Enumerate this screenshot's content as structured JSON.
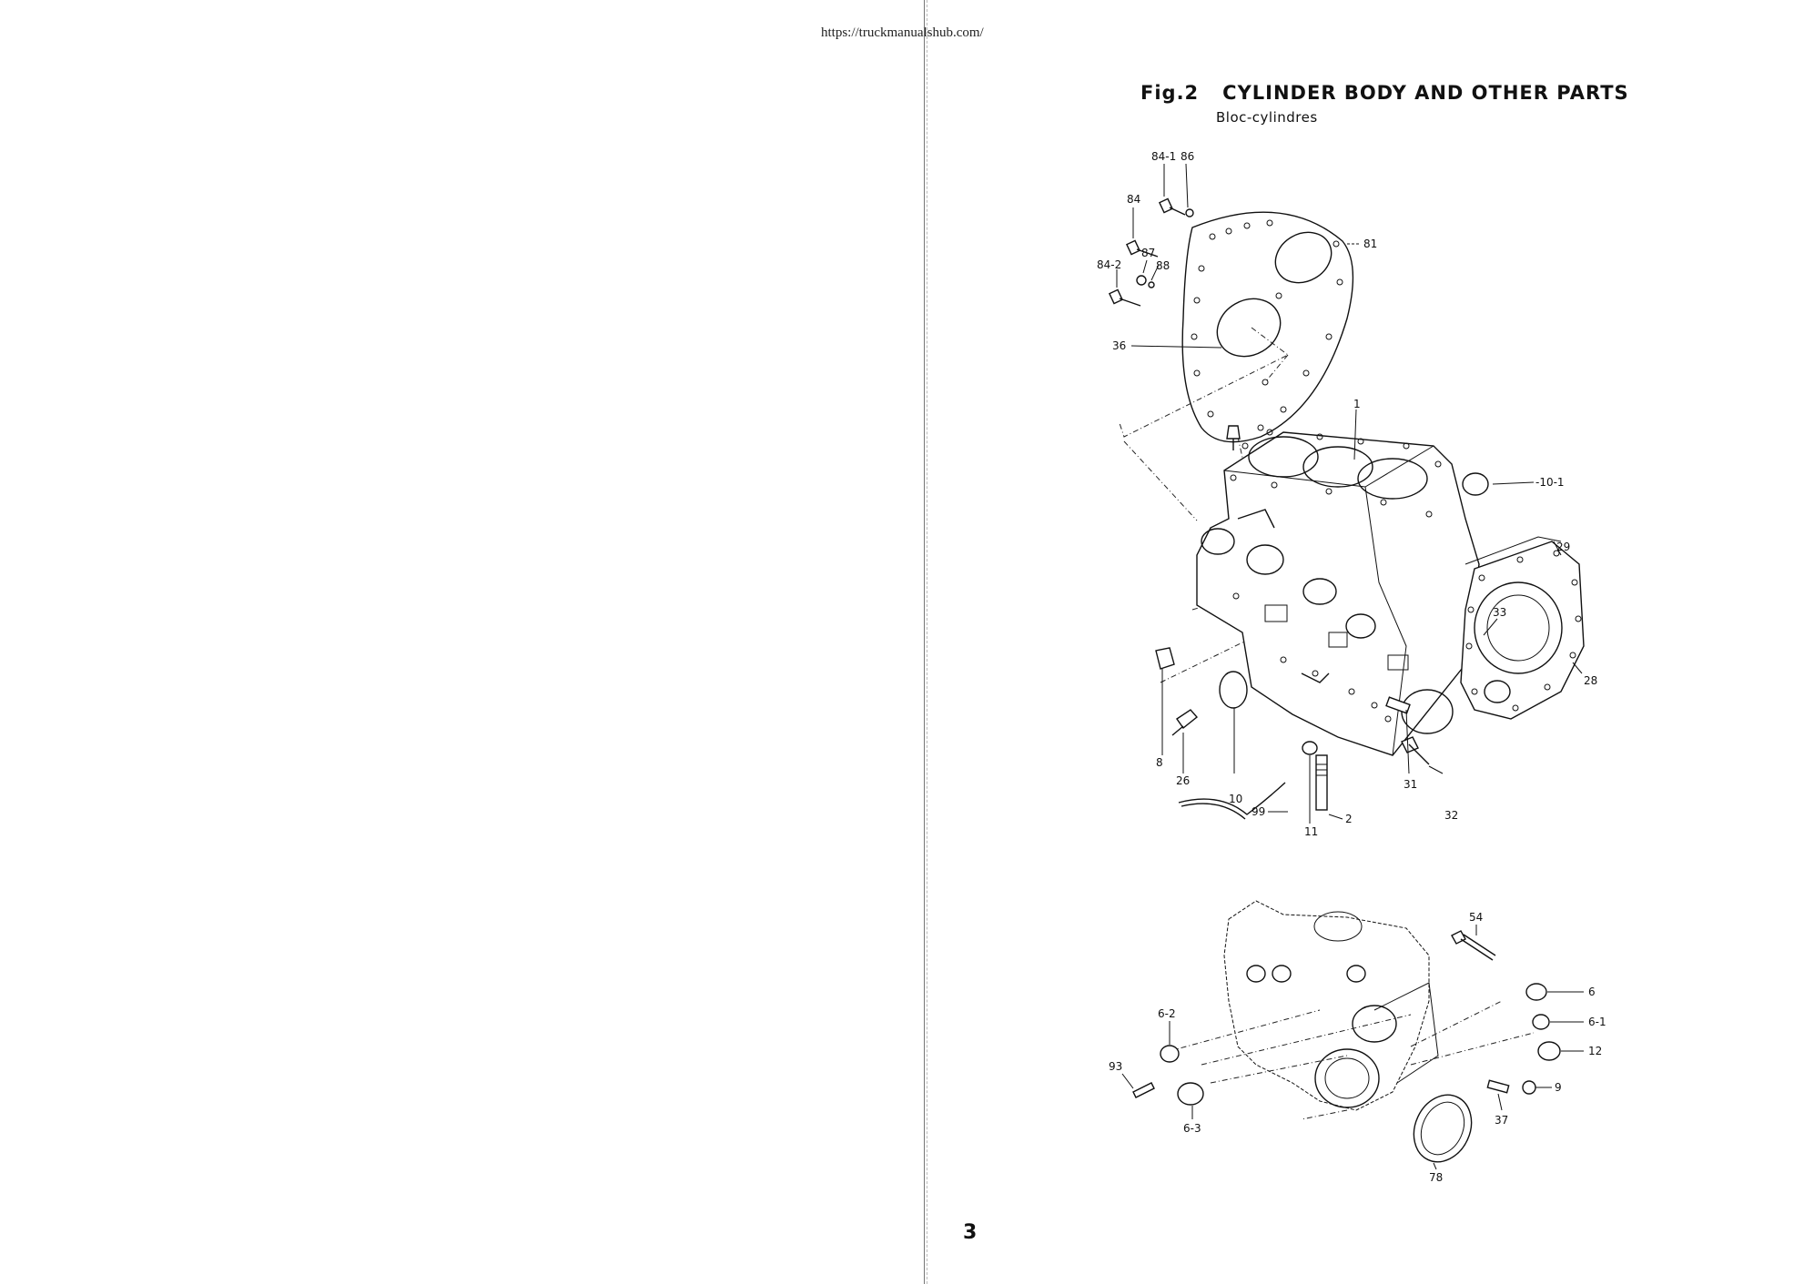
{
  "header": {
    "url": "https://truckmanualshub.com/"
  },
  "figure": {
    "number": "Fig.2",
    "title": "CYLINDER BODY AND OTHER PARTS",
    "subtitle": "Bloc-cylindres"
  },
  "callouts": {
    "c84_1": "84-1",
    "c86": "86",
    "c84": "84",
    "c81": "81",
    "c87": "87",
    "c88": "88",
    "c84_2": "84-2",
    "c36": "36",
    "c1": "1",
    "c10_1": "-10-1",
    "c29": "29",
    "c33": "33",
    "c28": "28",
    "c8": "8",
    "c26": "26",
    "c10": "10",
    "c11": "11",
    "c99": "99",
    "c2": "2",
    "c31": "31",
    "c32": "32",
    "c54": "54",
    "c6": "6",
    "c6_1": "6-1",
    "c12": "12",
    "c6_2": "6-2",
    "c93": "93",
    "c9": "9",
    "c37": "37",
    "c6_3": "6-3",
    "c78": "78"
  },
  "page": {
    "number": "3"
  }
}
